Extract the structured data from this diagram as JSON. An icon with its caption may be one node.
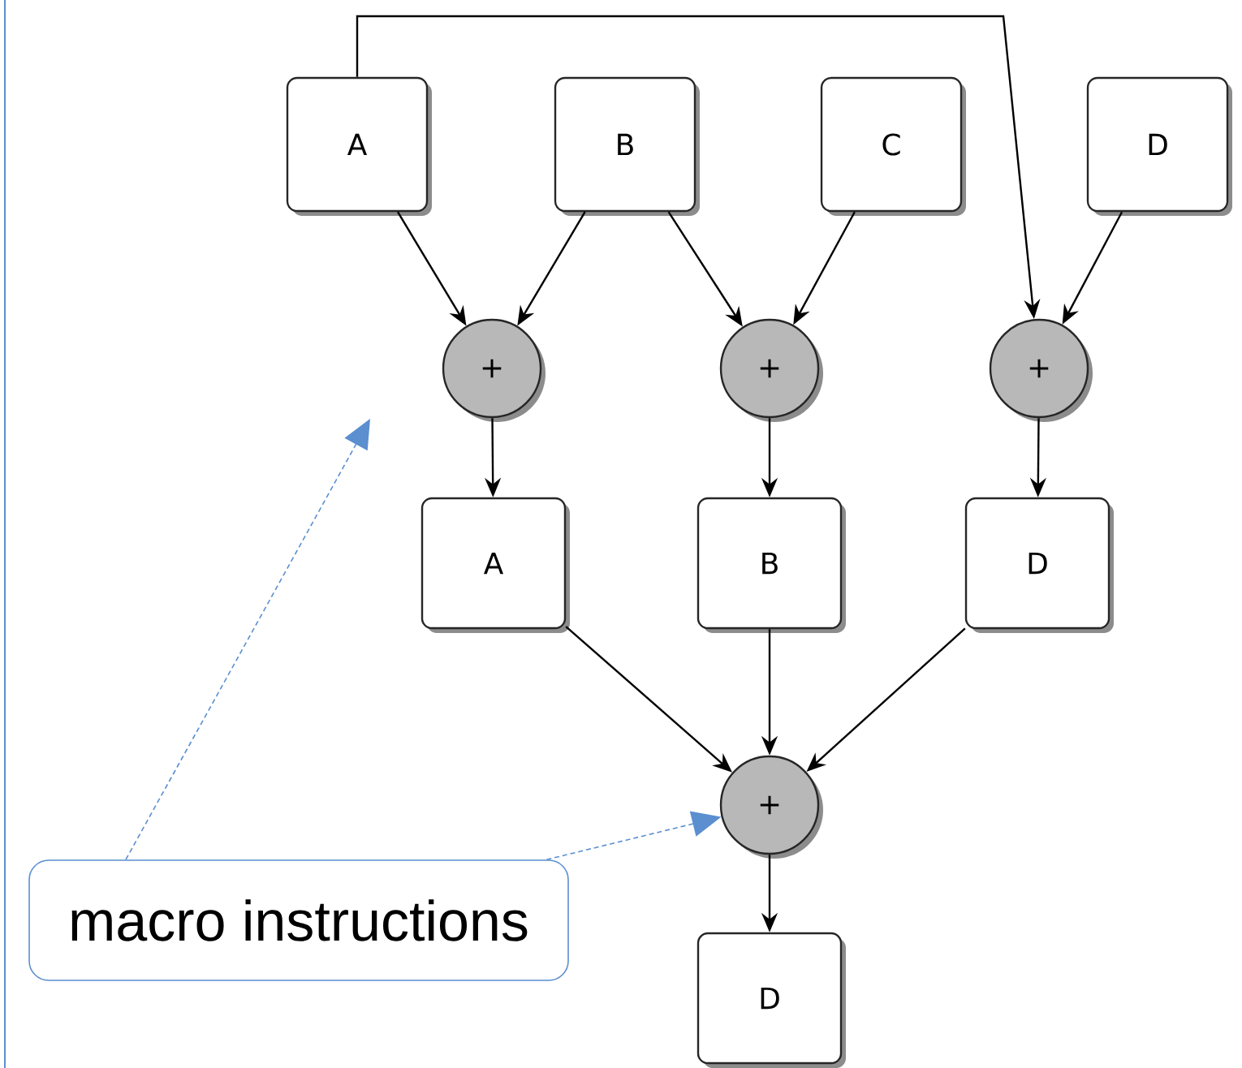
{
  "diagram": {
    "nodes": [
      {
        "text": [
          "A"
        ]
      },
      {
        "text": [
          "B"
        ]
      },
      {
        "text": [
          "C"
        ]
      },
      {
        "text": [
          "D"
        ]
      },
      {
        "text": [
          "+"
        ]
      },
      {
        "text": [
          "+"
        ]
      },
      {
        "text": [
          "+"
        ]
      },
      {
        "text": [
          "A"
        ]
      },
      {
        "text": [
          "B"
        ]
      },
      {
        "text": [
          "D"
        ]
      },
      {
        "text": [
          "+"
        ]
      },
      {
        "text": [
          "D"
        ]
      },
      {
        "text": [
          "macro instructions"
        ]
      }
    ],
    "edges": [
      {
        "from": 0,
        "to": 4,
        "arrow": "to"
      },
      {
        "from": 1,
        "to": 4,
        "arrow": "to"
      },
      {
        "from": 1,
        "to": 5,
        "arrow": "to"
      },
      {
        "from": 2,
        "to": 5,
        "arrow": "to"
      },
      {
        "from": 0,
        "to": 6,
        "arrow": "to"
      },
      {
        "from": 3,
        "to": 6,
        "arrow": "to"
      },
      {
        "from": 4,
        "to": 7,
        "arrow": "to"
      },
      {
        "from": 5,
        "to": 8,
        "arrow": "to"
      },
      {
        "from": 6,
        "to": 9,
        "arrow": "to"
      },
      {
        "from": 7,
        "to": 10,
        "arrow": "to"
      },
      {
        "from": 8,
        "to": 10,
        "arrow": "to"
      },
      {
        "from": 9,
        "to": 10,
        "arrow": "to"
      },
      {
        "from": 10,
        "to": 11,
        "arrow": "to"
      },
      {
        "from": 12,
        "to": null,
        "arrow": "to",
        "style": "dashed",
        "color": "#5b8fd0"
      },
      {
        "from": 12,
        "to": 10,
        "arrow": "to",
        "style": "dashed",
        "color": "#5b8fd0"
      }
    ]
  }
}
